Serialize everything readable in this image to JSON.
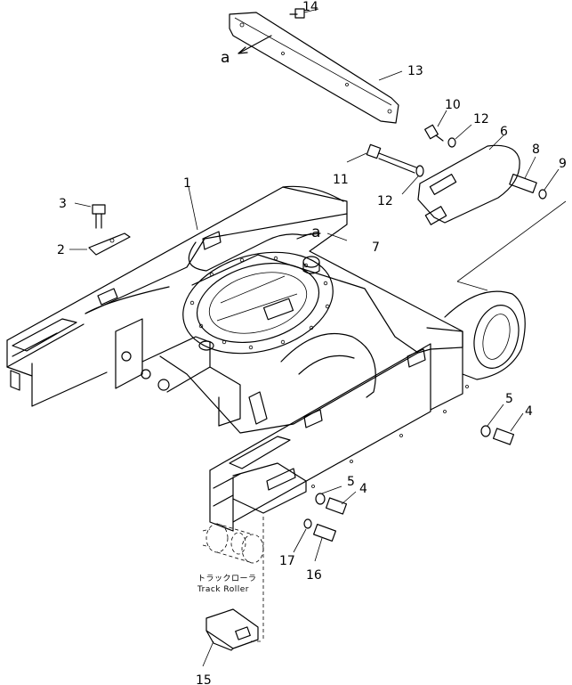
{
  "callouts": [
    {
      "id": "c14",
      "text": "14"
    },
    {
      "id": "c13",
      "text": "13"
    },
    {
      "id": "ca1",
      "text": "a"
    },
    {
      "id": "c10",
      "text": "10"
    },
    {
      "id": "c12a",
      "text": "12"
    },
    {
      "id": "c6",
      "text": "6"
    },
    {
      "id": "c8",
      "text": "8"
    },
    {
      "id": "c9",
      "text": "9"
    },
    {
      "id": "c11",
      "text": "11"
    },
    {
      "id": "c12b",
      "text": "12"
    },
    {
      "id": "c1",
      "text": "1"
    },
    {
      "id": "c3",
      "text": "3"
    },
    {
      "id": "c2",
      "text": "2"
    },
    {
      "id": "ca2",
      "text": "a"
    },
    {
      "id": "c7",
      "text": "7"
    },
    {
      "id": "c5a",
      "text": "5"
    },
    {
      "id": "c4a",
      "text": "4"
    },
    {
      "id": "c5b",
      "text": "5"
    },
    {
      "id": "c4b",
      "text": "4"
    },
    {
      "id": "c17",
      "text": "17"
    },
    {
      "id": "c16",
      "text": "16"
    },
    {
      "id": "c15",
      "text": "15"
    }
  ],
  "labels": {
    "track_roller_jp": "トラックローラ",
    "track_roller_en": "Track Roller"
  }
}
